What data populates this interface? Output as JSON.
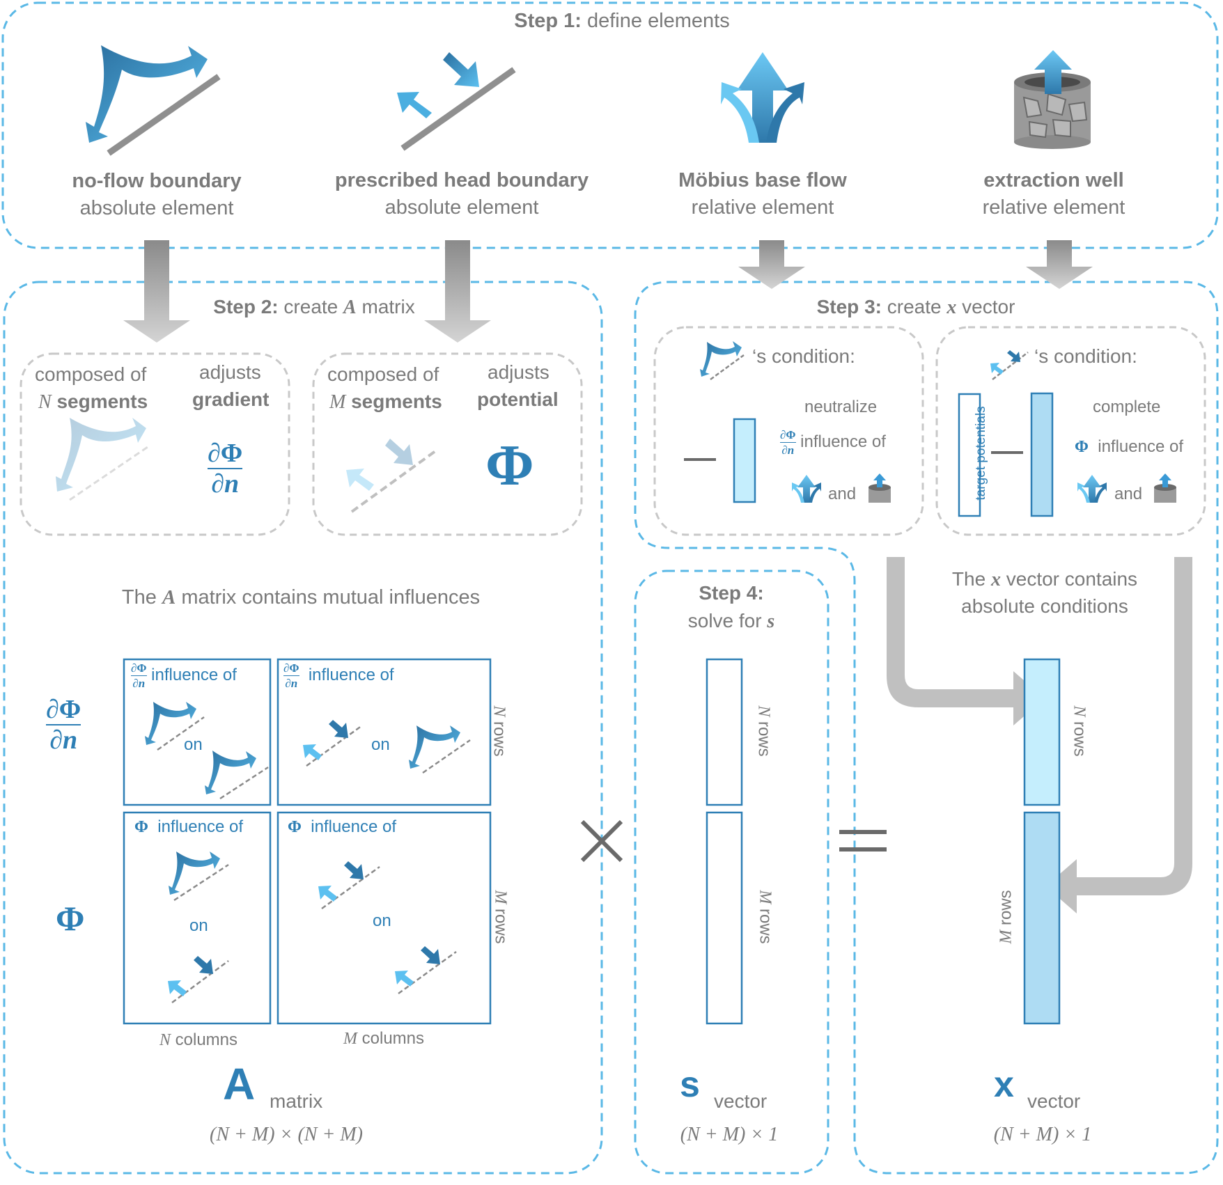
{
  "step1": {
    "title_bold": "Step 1:",
    "title_rest": " define elements",
    "elements": [
      {
        "name": "no-flow boundary",
        "type": "absolute element",
        "icon": "no-flow-boundary-icon"
      },
      {
        "name": "prescribed head boundary",
        "type": "absolute element",
        "icon": "prescribed-head-boundary-icon"
      },
      {
        "name": "Möbius base flow",
        "type": "relative element",
        "icon": "mobius-base-flow-icon"
      },
      {
        "name": "extraction well",
        "type": "relative element",
        "icon": "extraction-well-icon"
      }
    ]
  },
  "step2": {
    "title_bold": "Step 2:",
    "title_pre": " create ",
    "title_var": "A",
    "title_post": " matrix",
    "left_box": {
      "composed_of": "composed of",
      "var": "N",
      "segments": " segments",
      "adjusts": "adjusts",
      "quantity": "gradient",
      "symbol_num": "∂Φ",
      "symbol_den": "∂n"
    },
    "right_box": {
      "composed_of": "composed of",
      "var": "M",
      "segments": " segments",
      "adjusts": "adjusts",
      "quantity": "potential",
      "symbol": "Φ"
    },
    "contains_pre": "The ",
    "contains_var": "A",
    "contains_post": " matrix contains mutual influences",
    "row_labels": {
      "top_num": "∂Φ",
      "top_den": "∂n",
      "bottom": "Φ"
    },
    "cells": {
      "gradient_prefix_num": "∂Φ",
      "gradient_prefix_den": "∂n",
      "potential_prefix": "Φ",
      "influence_of": "influence of",
      "on": "on"
    },
    "rows_labels": {
      "n_var": "N",
      "m_var": "M",
      "rows": " rows"
    },
    "cols_labels": {
      "n_var": "N",
      "m_var": "M",
      "columns": " columns"
    },
    "matrix_letter": "A",
    "matrix_word": "matrix",
    "matrix_dims": "(N + M) × (N + M)"
  },
  "operators": {
    "times": "×",
    "equals": "="
  },
  "step3": {
    "title_bold": "Step 3:",
    "title_pre": " create ",
    "title_var": "x",
    "title_post": " vector",
    "left_box": {
      "condition": "‘s condition:",
      "minus": "—",
      "line1": "neutralize",
      "frac_num": "∂Φ",
      "frac_den": "∂n",
      "line2": "influence of",
      "and": "and"
    },
    "right_box": {
      "condition": "‘s condition:",
      "target": "target potentials",
      "minus": "—",
      "line1": "complete",
      "symbol": "Φ",
      "line2": "influence of",
      "and": "and"
    },
    "contains_pre": "The ",
    "contains_var": "x",
    "contains_post": " vector contains",
    "contains_line2": "absolute conditions",
    "vector_letter": "x",
    "vector_word": "vector",
    "vector_dims": "(N + M) × 1"
  },
  "step4": {
    "title_bold": "Step 4:",
    "title_pre": "solve for ",
    "title_var": "s",
    "vector_letter": "s",
    "vector_word": "vector",
    "vector_dims": "(N + M) × 1"
  },
  "colors": {
    "dashed_blue": "#5ab8e6",
    "dashed_gray": "#c8c8c8",
    "text_blue": "#2e7fb5",
    "light_blue_fill": "#c5eefd",
    "mid_blue_fill": "#aedcf3",
    "arrow_gray": "#a9a9a9"
  }
}
